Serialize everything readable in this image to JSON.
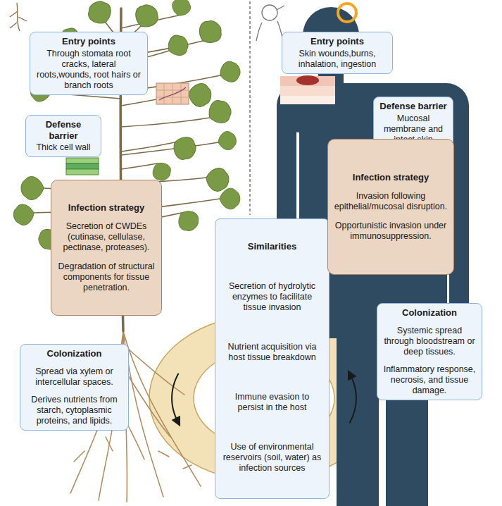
{
  "diagram": {
    "nodes": [
      {
        "text": [
          "Entry points",
          "Through stomata root cracks, lateral roots,wounds, root hairs or branch roots"
        ]
      },
      {
        "text": [
          "Defense barrier",
          "Thick cell wall"
        ]
      },
      {
        "text": [
          "Infection strategy",
          "Secretion of CWDEs (cutinase, cellulase, pectinase, proteases).",
          "Degradation of structural components for tissue penetration."
        ]
      },
      {
        "text": [
          "Colonization",
          "Spread via xylem or intercellular spaces.",
          "Derives nutrients from starch, cytoplasmic proteins, and lipids."
        ]
      },
      {
        "text": [
          "Similarities",
          "Secretion of hydrolytic enzymes to facilitate tissue invasion",
          "Nutrient acquisition via host tissue breakdown",
          "Immune evasion to persist in the host",
          "Use of environmental reservoirs (soil, water) as infection sources"
        ]
      },
      {
        "text": [
          "Entry points",
          "Skin wounds,burns, inhalation, ingestion"
        ]
      },
      {
        "text": [
          "Defense barrier",
          "Mucosal membrane and intact skin"
        ]
      },
      {
        "text": [
          "Infection strategy",
          "Invasion following epithelial/mucosal disruption.",
          "Opportunistic invasion under immunosuppression."
        ]
      },
      {
        "text": [
          "Colonization",
          "Systemic spread through bloodstream or deep tissues.",
          "Inflammatory response, necrosis, and tissue damage."
        ]
      }
    ]
  }
}
